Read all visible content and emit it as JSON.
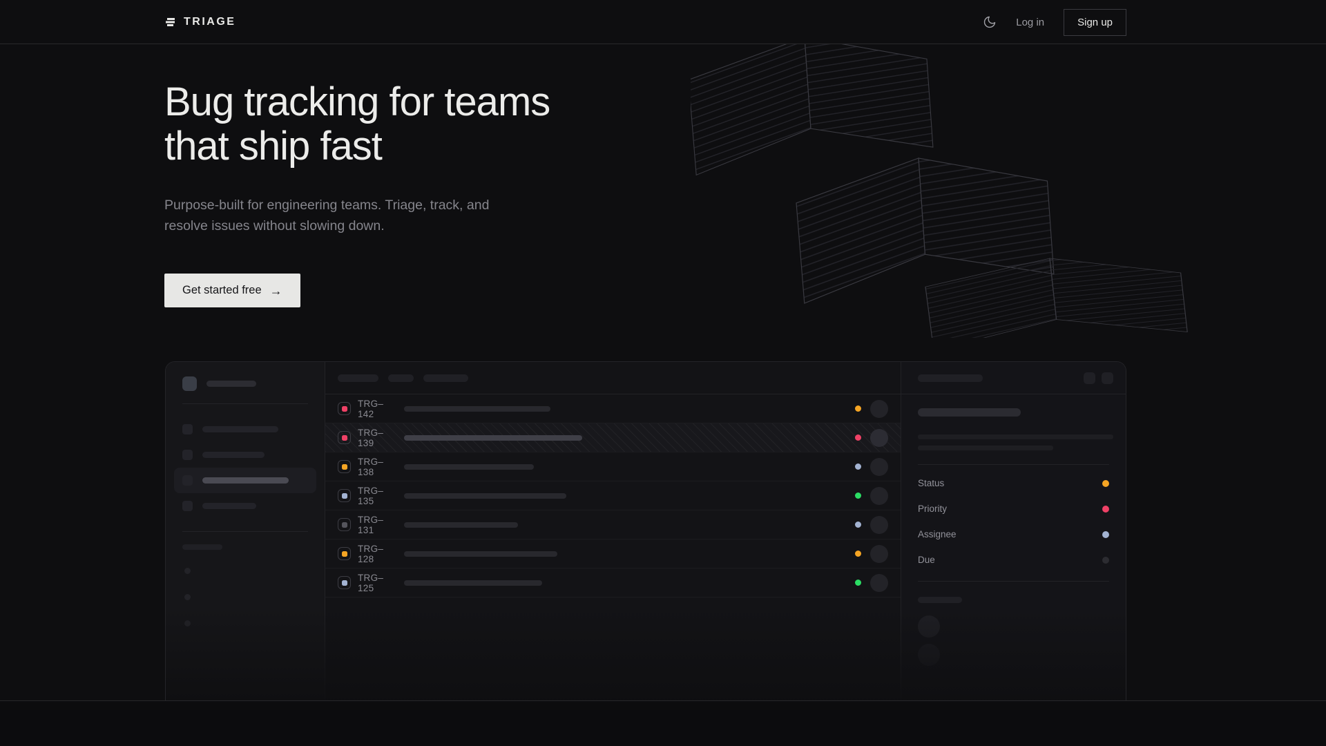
{
  "brand": {
    "name": "TRIAGE"
  },
  "header": {
    "login_label": "Log in",
    "signup_label": "Sign up"
  },
  "hero": {
    "title": "Bug tracking for teams that ship fast",
    "subtitle": "Purpose-built for engineering teams. Triage, track, and resolve issues without slowing down.",
    "cta_label": "Get started free",
    "cta_arrow": "→"
  },
  "colors": {
    "amber": "#f5a524",
    "pink": "#ef4166",
    "blue": "#a3b3d2",
    "green": "#2bdd64",
    "gray": "#55555c",
    "muted_dot": "#2c2c31"
  },
  "mockup": {
    "issues": [
      {
        "id": "TRG–142",
        "icon_color": "pink",
        "dot_color": "amber",
        "title_width": 212,
        "selected": false
      },
      {
        "id": "TRG–139",
        "icon_color": "pink",
        "dot_color": "pink",
        "title_width": 258,
        "selected": true
      },
      {
        "id": "TRG–138",
        "icon_color": "amber",
        "dot_color": "blue",
        "title_width": 188,
        "selected": false
      },
      {
        "id": "TRG–135",
        "icon_color": "blue",
        "dot_color": "green",
        "title_width": 235,
        "selected": false
      },
      {
        "id": "TRG–131",
        "icon_color": "gray",
        "dot_color": "blue",
        "title_width": 165,
        "selected": false
      },
      {
        "id": "TRG–128",
        "icon_color": "amber",
        "dot_color": "amber",
        "title_width": 222,
        "selected": false
      },
      {
        "id": "TRG–125",
        "icon_color": "blue",
        "dot_color": "green",
        "title_width": 200,
        "selected": false
      }
    ],
    "panel_fields": [
      {
        "label": "Status",
        "dot_color": "amber"
      },
      {
        "label": "Priority",
        "dot_color": "pink"
      },
      {
        "label": "Assignee",
        "dot_color": "blue"
      },
      {
        "label": "Due",
        "dot_color": "muted_dot"
      }
    ]
  }
}
